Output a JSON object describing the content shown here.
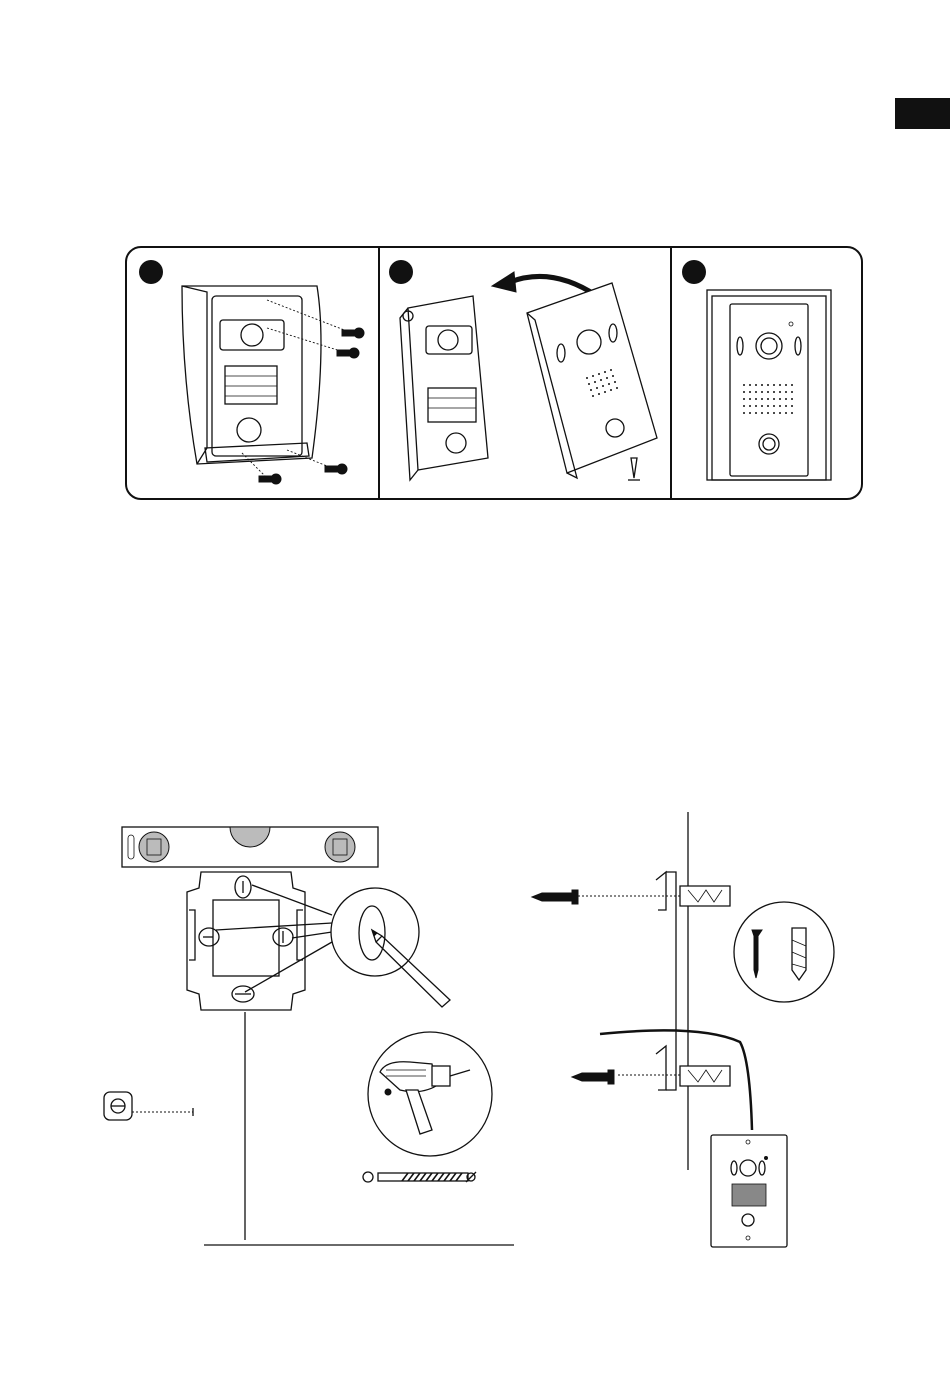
{
  "page": {
    "tab_color": "#111111",
    "icons": [
      "doorbell-housing-icon",
      "screw-icon",
      "arrow-curved-icon",
      "doorbell-cover-icon",
      "doorbell-front-icon",
      "spirit-level-icon",
      "mounting-bracket-icon",
      "pencil-icon",
      "magnifier-circle-icon",
      "drill-icon",
      "drill-bit-icon",
      "tape-measure-icon",
      "wall-anchor-icon",
      "cable-icon"
    ]
  },
  "steps": [
    {
      "id": 1,
      "label": ""
    },
    {
      "id": 2,
      "label": ""
    },
    {
      "id": 3,
      "label": ""
    }
  ]
}
